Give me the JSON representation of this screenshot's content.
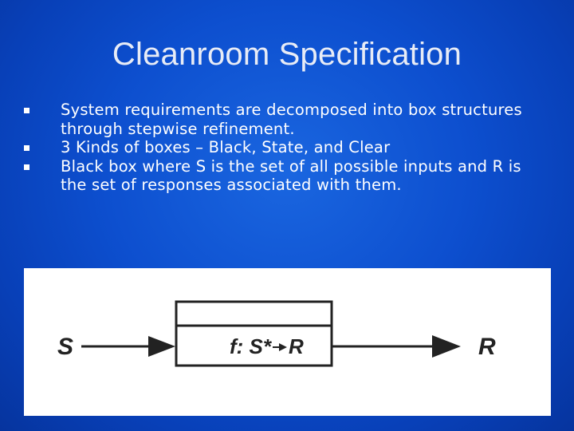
{
  "slide": {
    "title": "Cleanroom Specification",
    "bullets": [
      "System requirements are decomposed into box structures through stepwise refinement.",
      "3 Kinds of boxes – Black, State, and Clear",
      "Black box where S is the set of all possible inputs and R is the set of responses associated with them."
    ]
  },
  "diagram": {
    "input_label": "S",
    "box_function": "f: S*",
    "box_output": "R",
    "output_label": "R"
  }
}
